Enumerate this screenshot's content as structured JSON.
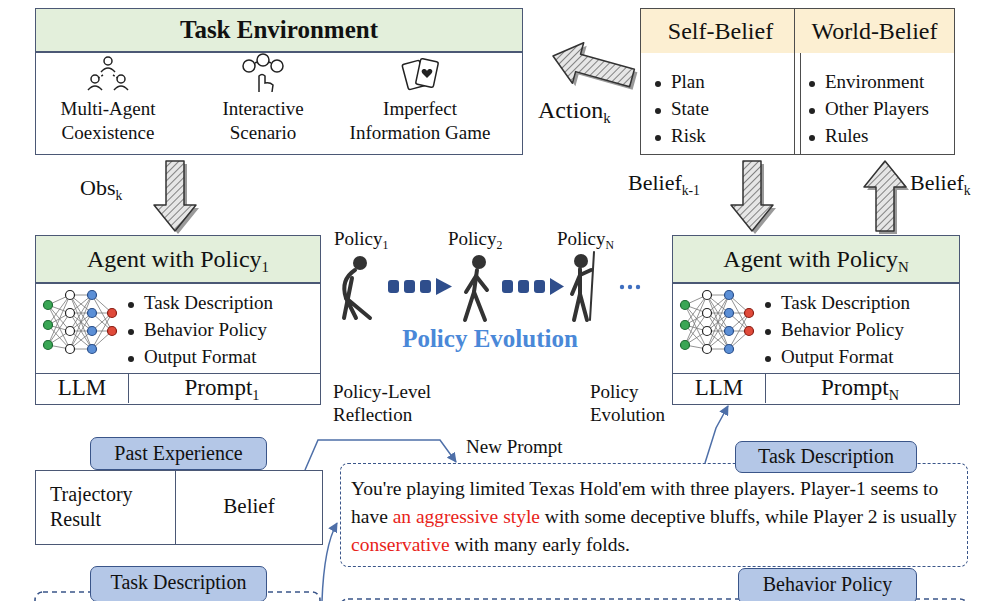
{
  "diagram": {
    "nodes": [
      {
        "text": [
          "Task Environment"
        ]
      },
      {
        "text": [
          "Self-Belief",
          "Plan",
          "State",
          "Risk"
        ]
      },
      {
        "text": [
          "World-Belief",
          "Environment",
          "Other Players",
          "Rules"
        ]
      },
      {
        "text": [
          "Agent with Policy",
          "1",
          "Task Description",
          "Behavior Policy",
          "Output Format"
        ]
      },
      {
        "text": [
          "LLM"
        ],
        "in": 3
      },
      {
        "text": [
          "Prompt",
          "1"
        ],
        "in": 3
      },
      {
        "text": [
          "Agent with Policy",
          "N",
          "Task Description",
          "Behavior Policy",
          "Output Format"
        ]
      },
      {
        "text": [
          "LLM"
        ],
        "in": 6
      },
      {
        "text": [
          "Prompt",
          "N"
        ],
        "in": 6
      },
      {
        "text": [
          "Past Experience"
        ]
      },
      {
        "text": [
          "Trajectory Result"
        ]
      },
      {
        "text": [
          "Belief"
        ]
      },
      {
        "text": [
          "Task Description"
        ]
      },
      {
        "text": [
          "You're playing limited Texas Hold'em with three players. Player-1 seems to have",
          "an aggressive style",
          "with some deceptive bluffs, while Player 2 is usually",
          "conservative",
          "with many early folds."
        ]
      },
      {
        "text": [
          "Behavior Policy"
        ]
      },
      {
        "text": [
          "Task Description"
        ]
      }
    ],
    "edges": [
      {
        "from": 1,
        "to": 0,
        "arrow": "to"
      },
      {
        "from": 0,
        "to": 3,
        "arrow": "to"
      },
      {
        "from": 1,
        "to": 6,
        "arrow": "to"
      },
      {
        "from": 6,
        "to": 2,
        "arrow": "to"
      },
      {
        "from": 11,
        "to": 13,
        "arrow": "to"
      },
      {
        "from": 13,
        "to": 6,
        "arrow": "to"
      }
    ],
    "labels": [
      "Multi-Agent Coexistence",
      "Interactive Scenario",
      "Imperfect Information Game",
      "Action",
      "k",
      "Obs",
      "k",
      "Belief",
      "k-1",
      "Belief",
      "k",
      "Policy",
      "1",
      "Policy",
      "2",
      "Policy",
      "N",
      "Policy Evolution",
      "Policy-Level Reflection",
      "New Prompt",
      "Policy Evolution"
    ]
  }
}
